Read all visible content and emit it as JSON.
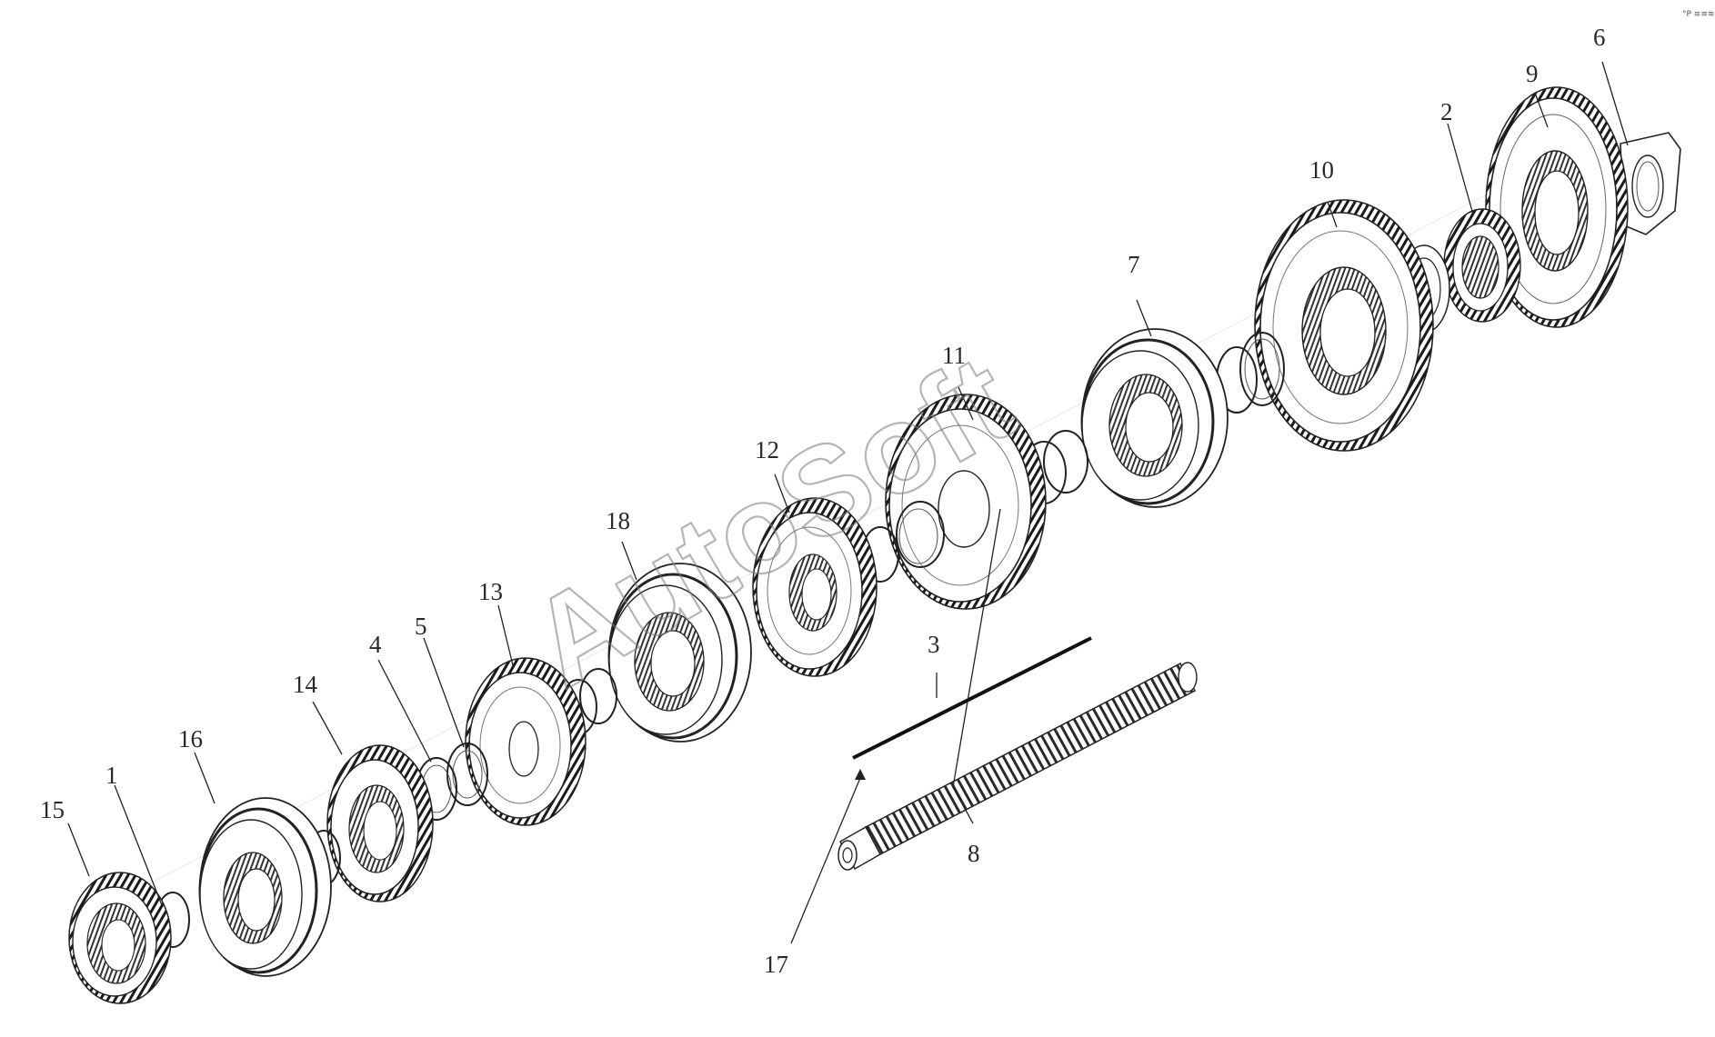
{
  "callouts": [
    "1",
    "2",
    "3",
    "4",
    "5",
    "6",
    "7",
    "8",
    "9",
    "10",
    "11",
    "12",
    "13",
    "14",
    "15",
    "16",
    "17",
    "18"
  ],
  "watermark": "AutoSoft",
  "corner_mark": "°P ≡≡≡"
}
